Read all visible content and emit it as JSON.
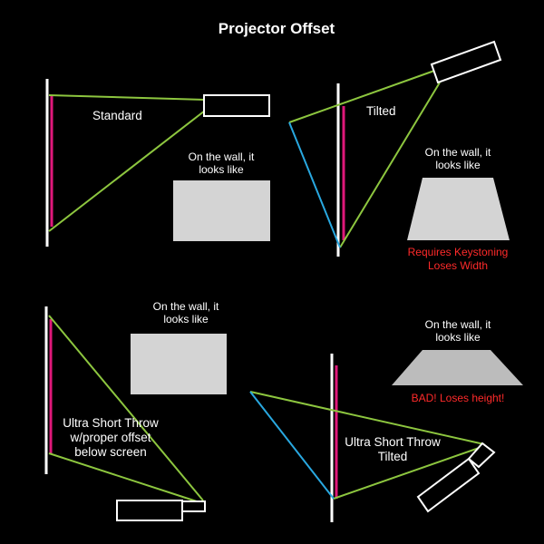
{
  "title": "Projector Offset",
  "colors": {
    "background": "#000000",
    "screen_pole": "#ffffff",
    "screen_image": "#e0187a",
    "beam_green": "#8dc63f",
    "beam_blue": "#29a8e0",
    "projected_shape": "#d4d4d4",
    "warning_text": "#ff2a2a"
  },
  "panels": {
    "standard": {
      "label": "Standard",
      "wall_note": [
        "On the wall, it",
        "looks like"
      ]
    },
    "tilted": {
      "label": "Tilted",
      "wall_note": [
        "On the wall, it",
        "looks like"
      ],
      "warning": [
        "Requires Keystoning",
        "Loses Width"
      ]
    },
    "ust_offset": {
      "label": [
        "Ultra Short Throw",
        "w/proper offset",
        "below screen"
      ],
      "wall_note": [
        "On the wall, it",
        "looks like"
      ]
    },
    "ust_tilted": {
      "label": [
        "Ultra Short Throw",
        "Tilted"
      ],
      "wall_note": [
        "On the wall, it",
        "looks like"
      ],
      "warning": [
        "BAD! Loses height!"
      ]
    }
  }
}
